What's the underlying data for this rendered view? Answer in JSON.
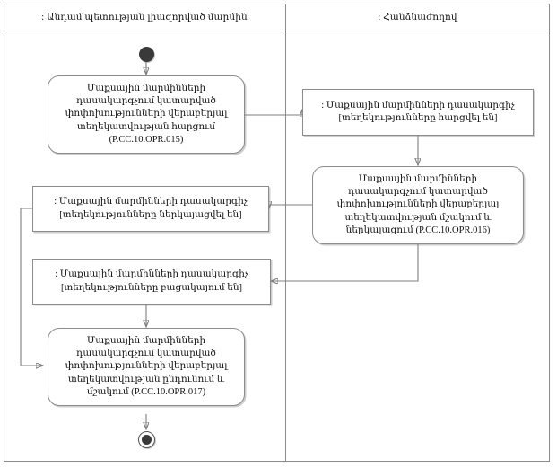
{
  "diagram": {
    "title_present": false,
    "type": "uml-activity-diagram",
    "lanes": [
      {
        "id": "left",
        "label": ": Անդամ պետության լիազորված մարմին"
      },
      {
        "id": "right",
        "label": ": Հանձնաժողով"
      }
    ],
    "nodes": {
      "start": {
        "kind": "initial-node",
        "lane": "left"
      },
      "activity_015": {
        "kind": "activity",
        "lane": "left",
        "text": "Մաքսային մարմինների\nդասակարգչում կատարված\nփոփոխությունների վերաբերյալ\nտեղեկատվության հարցում\n(P.CC.10.OPR.015)"
      },
      "object_requested": {
        "kind": "object-node",
        "lane": "right",
        "text": ": Մաքսային մարմինների դասակարգիչ\n[տեղեկությունները հարցվել են]"
      },
      "activity_016": {
        "kind": "activity",
        "lane": "right",
        "text": "Մաքսային մարմինների\nդասակարգչում կատարված\nփոփոխությունների վերաբերյալ\nտեղեկատվության մշակում և\nներկայացում (P.CC.10.OPR.016)"
      },
      "object_presented": {
        "kind": "object-node",
        "lane": "left",
        "text": ": Մաքսային մարմինների դասակարգիչ\n[տեղեկությունները ներկայացվել են]"
      },
      "object_absent": {
        "kind": "object-node",
        "lane": "left",
        "text": ": Մաքսային մարմինների դասակարգիչ\n[տեղեկությունները բացակայում են]"
      },
      "activity_017": {
        "kind": "activity",
        "lane": "left",
        "text": "Մաքսային մարմինների\nդասակարգչում կատարված\nփոփոխությունների վերաբերյալ\nտեղեկատվության ընդունում և\nմշակում (P.CC.10.OPR.017)"
      },
      "end": {
        "kind": "final-node",
        "lane": "left"
      }
    },
    "edges": [
      {
        "from": "start",
        "to": "activity_015"
      },
      {
        "from": "activity_015",
        "to": "object_requested"
      },
      {
        "from": "object_requested",
        "to": "activity_016"
      },
      {
        "from": "activity_016",
        "to": "object_presented"
      },
      {
        "from": "activity_016",
        "to": "object_absent"
      },
      {
        "from": "object_presented",
        "to": "activity_017"
      },
      {
        "from": "object_absent",
        "to": "activity_017"
      },
      {
        "from": "activity_017",
        "to": "end"
      }
    ],
    "colors": {
      "stroke": "#8c8c8c",
      "edge": "#7f7f7f",
      "text": "#111111",
      "node_fill": "#ffffff",
      "terminal_fill": "#3a3a3a"
    }
  }
}
